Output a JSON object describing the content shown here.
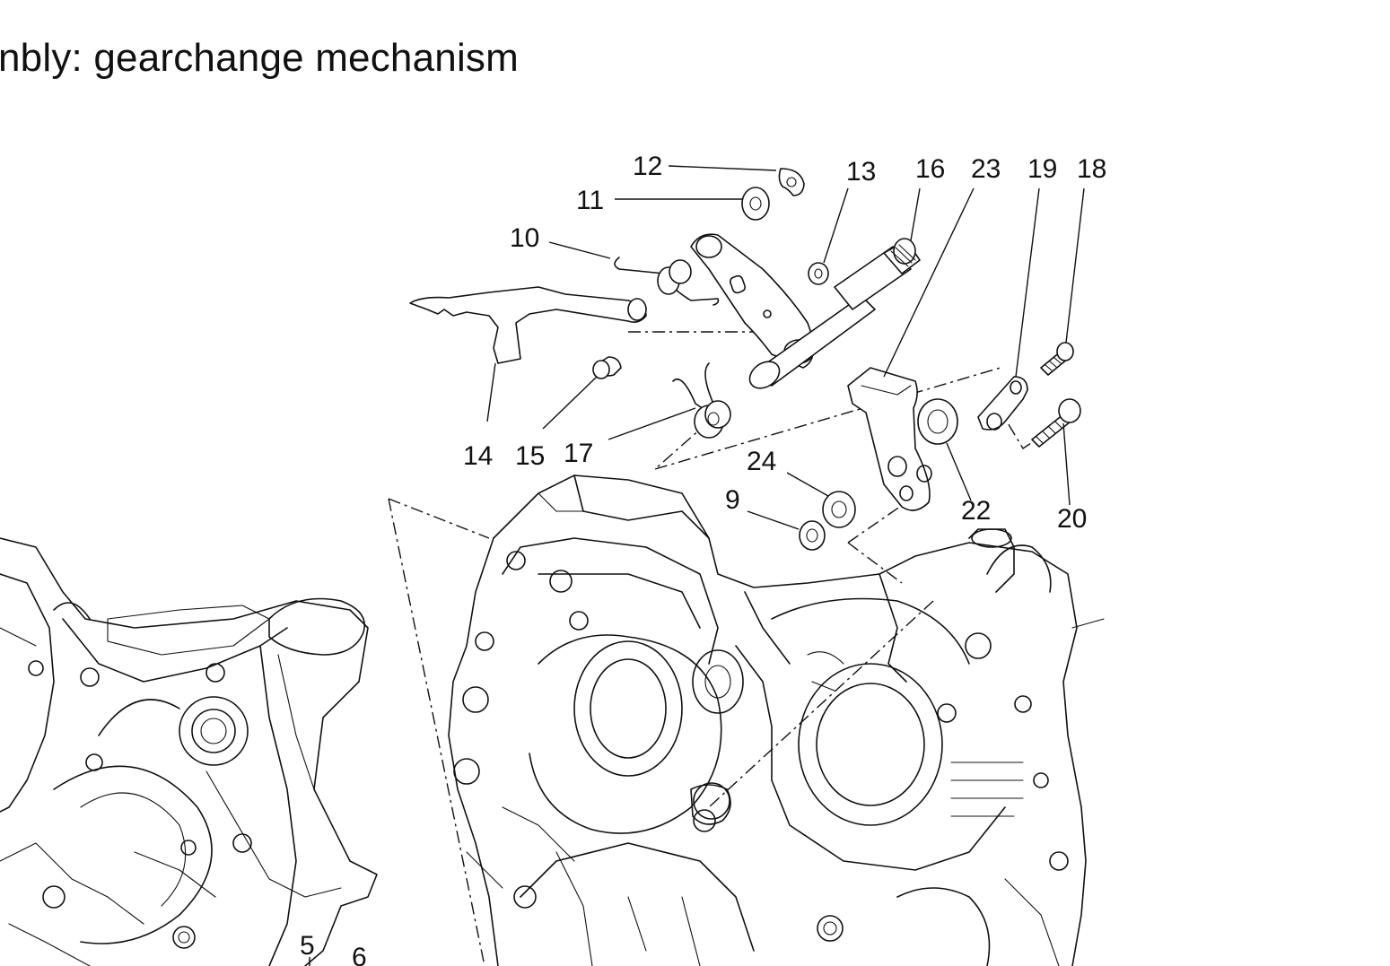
{
  "title": "nbly: gearchange mechanism",
  "callouts": [
    {
      "id": "12",
      "text": "12"
    },
    {
      "id": "11",
      "text": "11"
    },
    {
      "id": "10",
      "text": "10"
    },
    {
      "id": "13",
      "text": "13"
    },
    {
      "id": "16",
      "text": "16"
    },
    {
      "id": "23",
      "text": "23"
    },
    {
      "id": "19",
      "text": "19"
    },
    {
      "id": "18",
      "text": "18"
    },
    {
      "id": "14",
      "text": "14"
    },
    {
      "id": "15",
      "text": "15"
    },
    {
      "id": "17",
      "text": "17"
    },
    {
      "id": "24",
      "text": "24"
    },
    {
      "id": "9",
      "text": "9"
    },
    {
      "id": "22",
      "text": "22"
    },
    {
      "id": "20",
      "text": "20"
    },
    {
      "id": "5",
      "text": "5"
    },
    {
      "id": "6",
      "text": "6"
    }
  ]
}
